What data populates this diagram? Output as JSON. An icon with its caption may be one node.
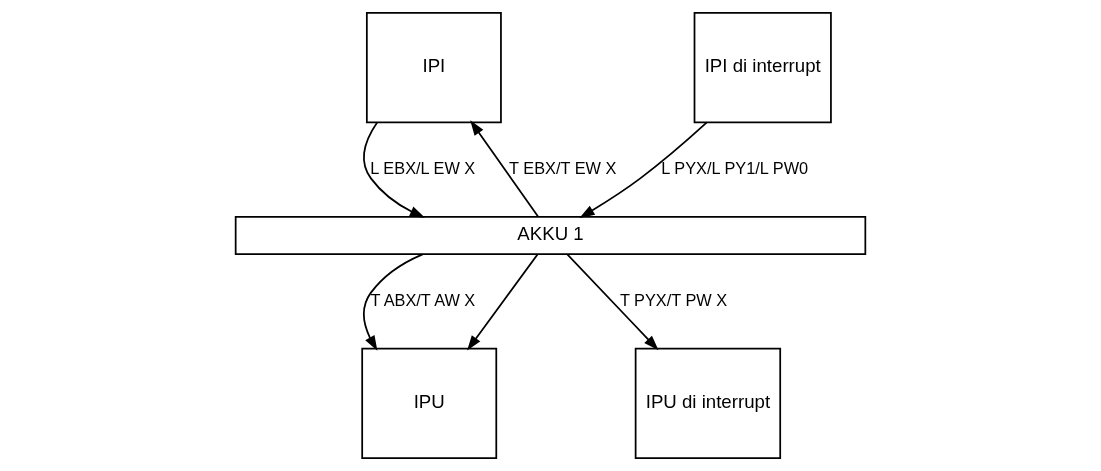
{
  "diagram": {
    "nodes": [
      {
        "text": [
          "IPI"
        ]
      },
      {
        "text": [
          "IPI di interrupt"
        ]
      },
      {
        "text": [
          "AKKU 1"
        ]
      },
      {
        "text": [
          "IPU"
        ]
      },
      {
        "text": [
          "IPU di interrupt"
        ]
      }
    ],
    "edges": [
      {
        "from": 2,
        "to": 0,
        "arrow": "to",
        "label": "T EBX/T EW X"
      },
      {
        "from": 0,
        "to": 2,
        "arrow": "to",
        "label": "L EBX/L EW X"
      },
      {
        "from": 1,
        "to": 2,
        "arrow": "to",
        "label": "L PYX/L PY1/L PW0"
      },
      {
        "from": 2,
        "to": 3,
        "arrow": "to",
        "label": "T ABX/T AW X"
      },
      {
        "from": 2,
        "to": 3,
        "arrow": "to"
      },
      {
        "from": 2,
        "to": 4,
        "arrow": "to",
        "label": "T PYX/T PW X"
      }
    ]
  }
}
